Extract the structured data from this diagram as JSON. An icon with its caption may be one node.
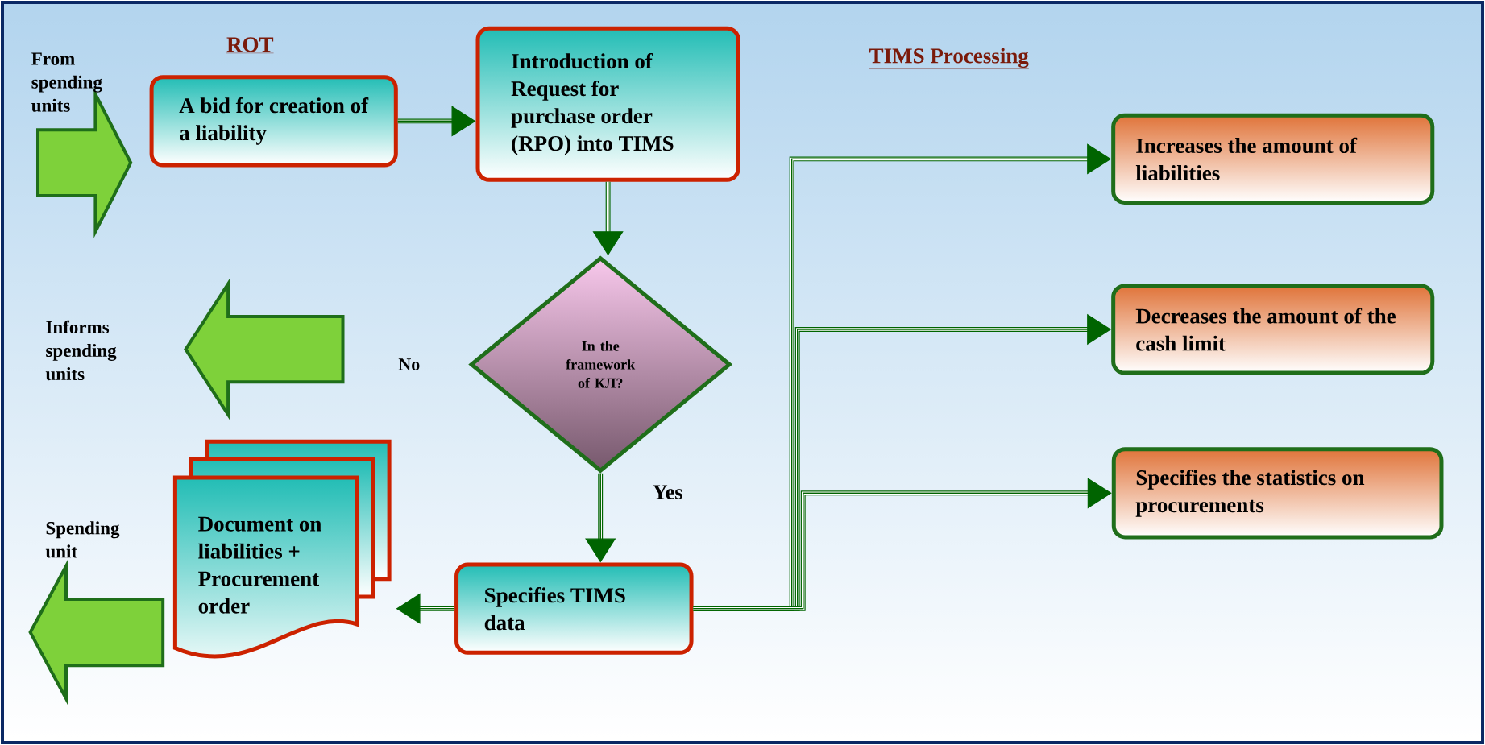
{
  "diagram": {
    "nodes": [
      {
        "text": [],
        "shape": "arrow"
      },
      {
        "text": [
          "A bid for creation of a liability"
        ]
      },
      {
        "text": [
          "Introduction of Request for purchase order (RPO) into TIMS"
        ]
      },
      {
        "text": [
          "In the framework of КЛ?"
        ]
      },
      {
        "text": [],
        "shape": "arrow"
      },
      {
        "text": [
          "Document on liabilities + Procurement order"
        ]
      },
      {
        "text": [],
        "shape": "arrow"
      },
      {
        "text": [
          "Specifies TIMS data"
        ]
      },
      {
        "text": [
          "Increases the amount of liabilities"
        ]
      },
      {
        "text": [
          "Decreases the amount of the cash limit"
        ]
      },
      {
        "text": [
          "Specifies the statistics on procurements"
        ]
      }
    ],
    "edges": [
      {
        "from": 1,
        "to": 2,
        "arrow": "to"
      },
      {
        "from": 2,
        "to": 3,
        "arrow": "to"
      },
      {
        "from": 3,
        "to": 7,
        "arrow": "to",
        "label": "Yes"
      },
      {
        "from": 7,
        "to": 5,
        "arrow": "to"
      },
      {
        "from": 7,
        "to": 8,
        "arrow": "to"
      },
      {
        "from": 7,
        "to": 9,
        "arrow": "to"
      },
      {
        "from": 7,
        "to": 10,
        "arrow": "to"
      }
    ],
    "labels": [
      "From spending units",
      "ROT",
      "TIMS Processing",
      "Informs spending units",
      "No",
      "Spending unit"
    ]
  }
}
